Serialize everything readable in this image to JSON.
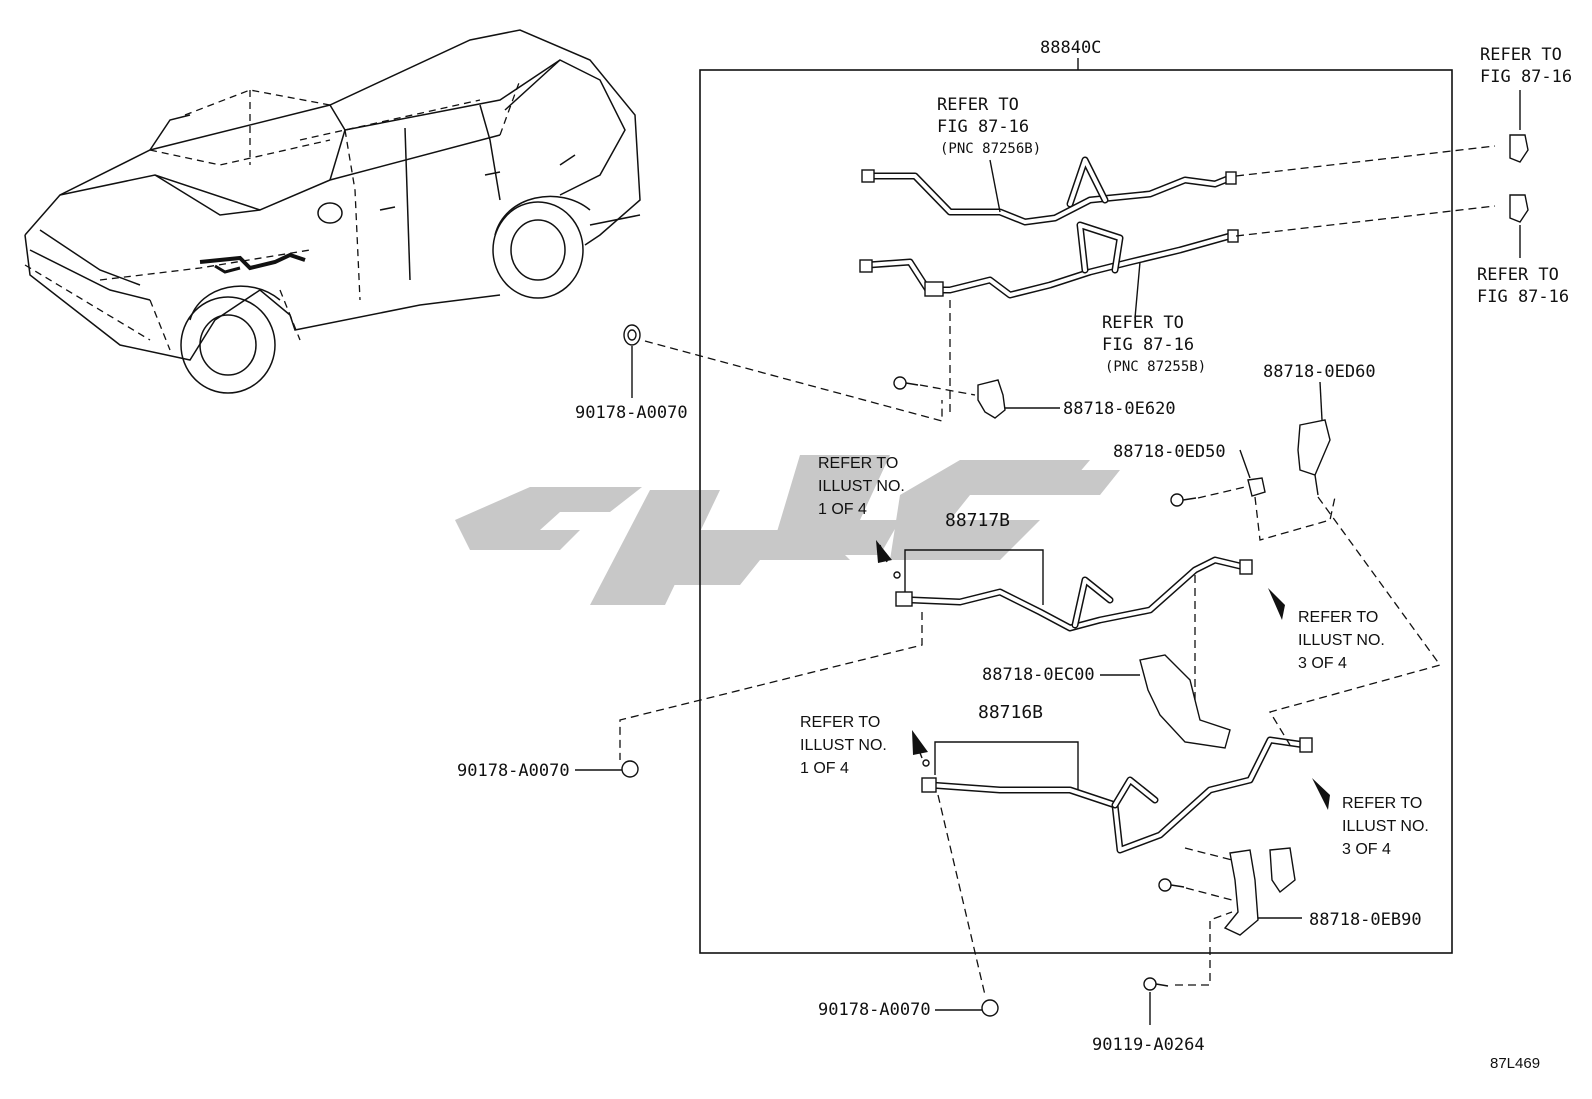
{
  "assembly": {
    "label": "88840C"
  },
  "refs": {
    "fig_top_right": {
      "line1": "REFER TO",
      "line2": "FIG 87-16"
    },
    "fig_right_mid": {
      "line1": "REFER TO",
      "line2": "FIG 87-16"
    },
    "fig_pipe_upper": {
      "line1": "REFER TO",
      "line2": "FIG 87-16",
      "line3": "(PNC 87256B)"
    },
    "fig_pipe_lower": {
      "line1": "REFER TO",
      "line2": "FIG 87-16",
      "line3": "(PNC 87255B)"
    },
    "illust_1a": {
      "line1": "REFER TO",
      "line2": "ILLUST NO.",
      "line3": "1 OF 4"
    },
    "illust_1b": {
      "line1": "REFER TO",
      "line2": "ILLUST NO.",
      "line3": "1 OF 4"
    },
    "illust_3a": {
      "line1": "REFER TO",
      "line2": "ILLUST NO.",
      "line3": "3 OF 4"
    },
    "illust_3b": {
      "line1": "REFER TO",
      "line2": "ILLUST NO.",
      "line3": "3 OF 4"
    }
  },
  "parts": {
    "p_88718_0E620": "88718-0E620",
    "p_88718_0ED60": "88718-0ED60",
    "p_88718_0ED50": "88718-0ED50",
    "p_88717B": "88717B",
    "p_88718_0EC00": "88718-0EC00",
    "p_88716B": "88716B",
    "p_88718_0EB90": "88718-0EB90",
    "p_90178_a": "90178-A0070",
    "p_90178_b": "90178-A0070",
    "p_90178_c": "90178-A0070",
    "p_90119": "90119-A0264"
  },
  "figure_code": "87L469"
}
